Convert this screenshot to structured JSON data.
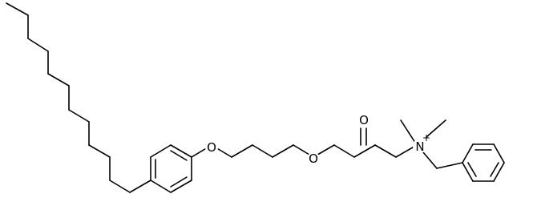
{
  "molecule": {
    "atoms": [
      {
        "id": "O_ether",
        "label": "O"
      },
      {
        "id": "O_ester",
        "label": "O"
      },
      {
        "id": "O_carbonyl",
        "label": "O"
      },
      {
        "id": "N_ammonium",
        "label": "N",
        "charge": "+"
      }
    ],
    "colors": {
      "bond": "#000000",
      "label": "#000000",
      "background": "#ffffff"
    }
  }
}
